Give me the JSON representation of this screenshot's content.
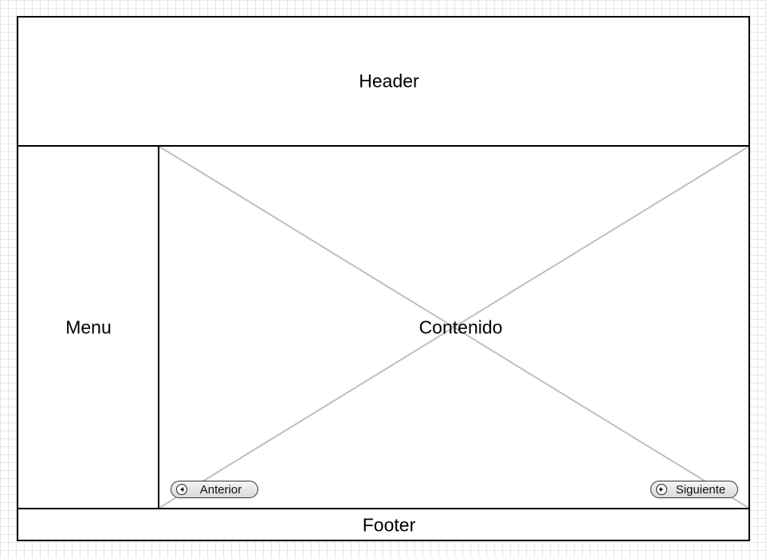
{
  "header": {
    "label": "Header"
  },
  "menu": {
    "label": "Menu"
  },
  "content": {
    "label": "Contenido",
    "prev_button": {
      "label": "Anterior",
      "icon": "arrow-left-circle-icon"
    },
    "next_button": {
      "label": "Siguiente",
      "icon": "arrow-right-circle-icon"
    }
  },
  "footer": {
    "label": "Footer"
  },
  "colors": {
    "border": "#000000",
    "placeholder_lines": "#bfbfbf",
    "grid": "#e6e6e6"
  }
}
